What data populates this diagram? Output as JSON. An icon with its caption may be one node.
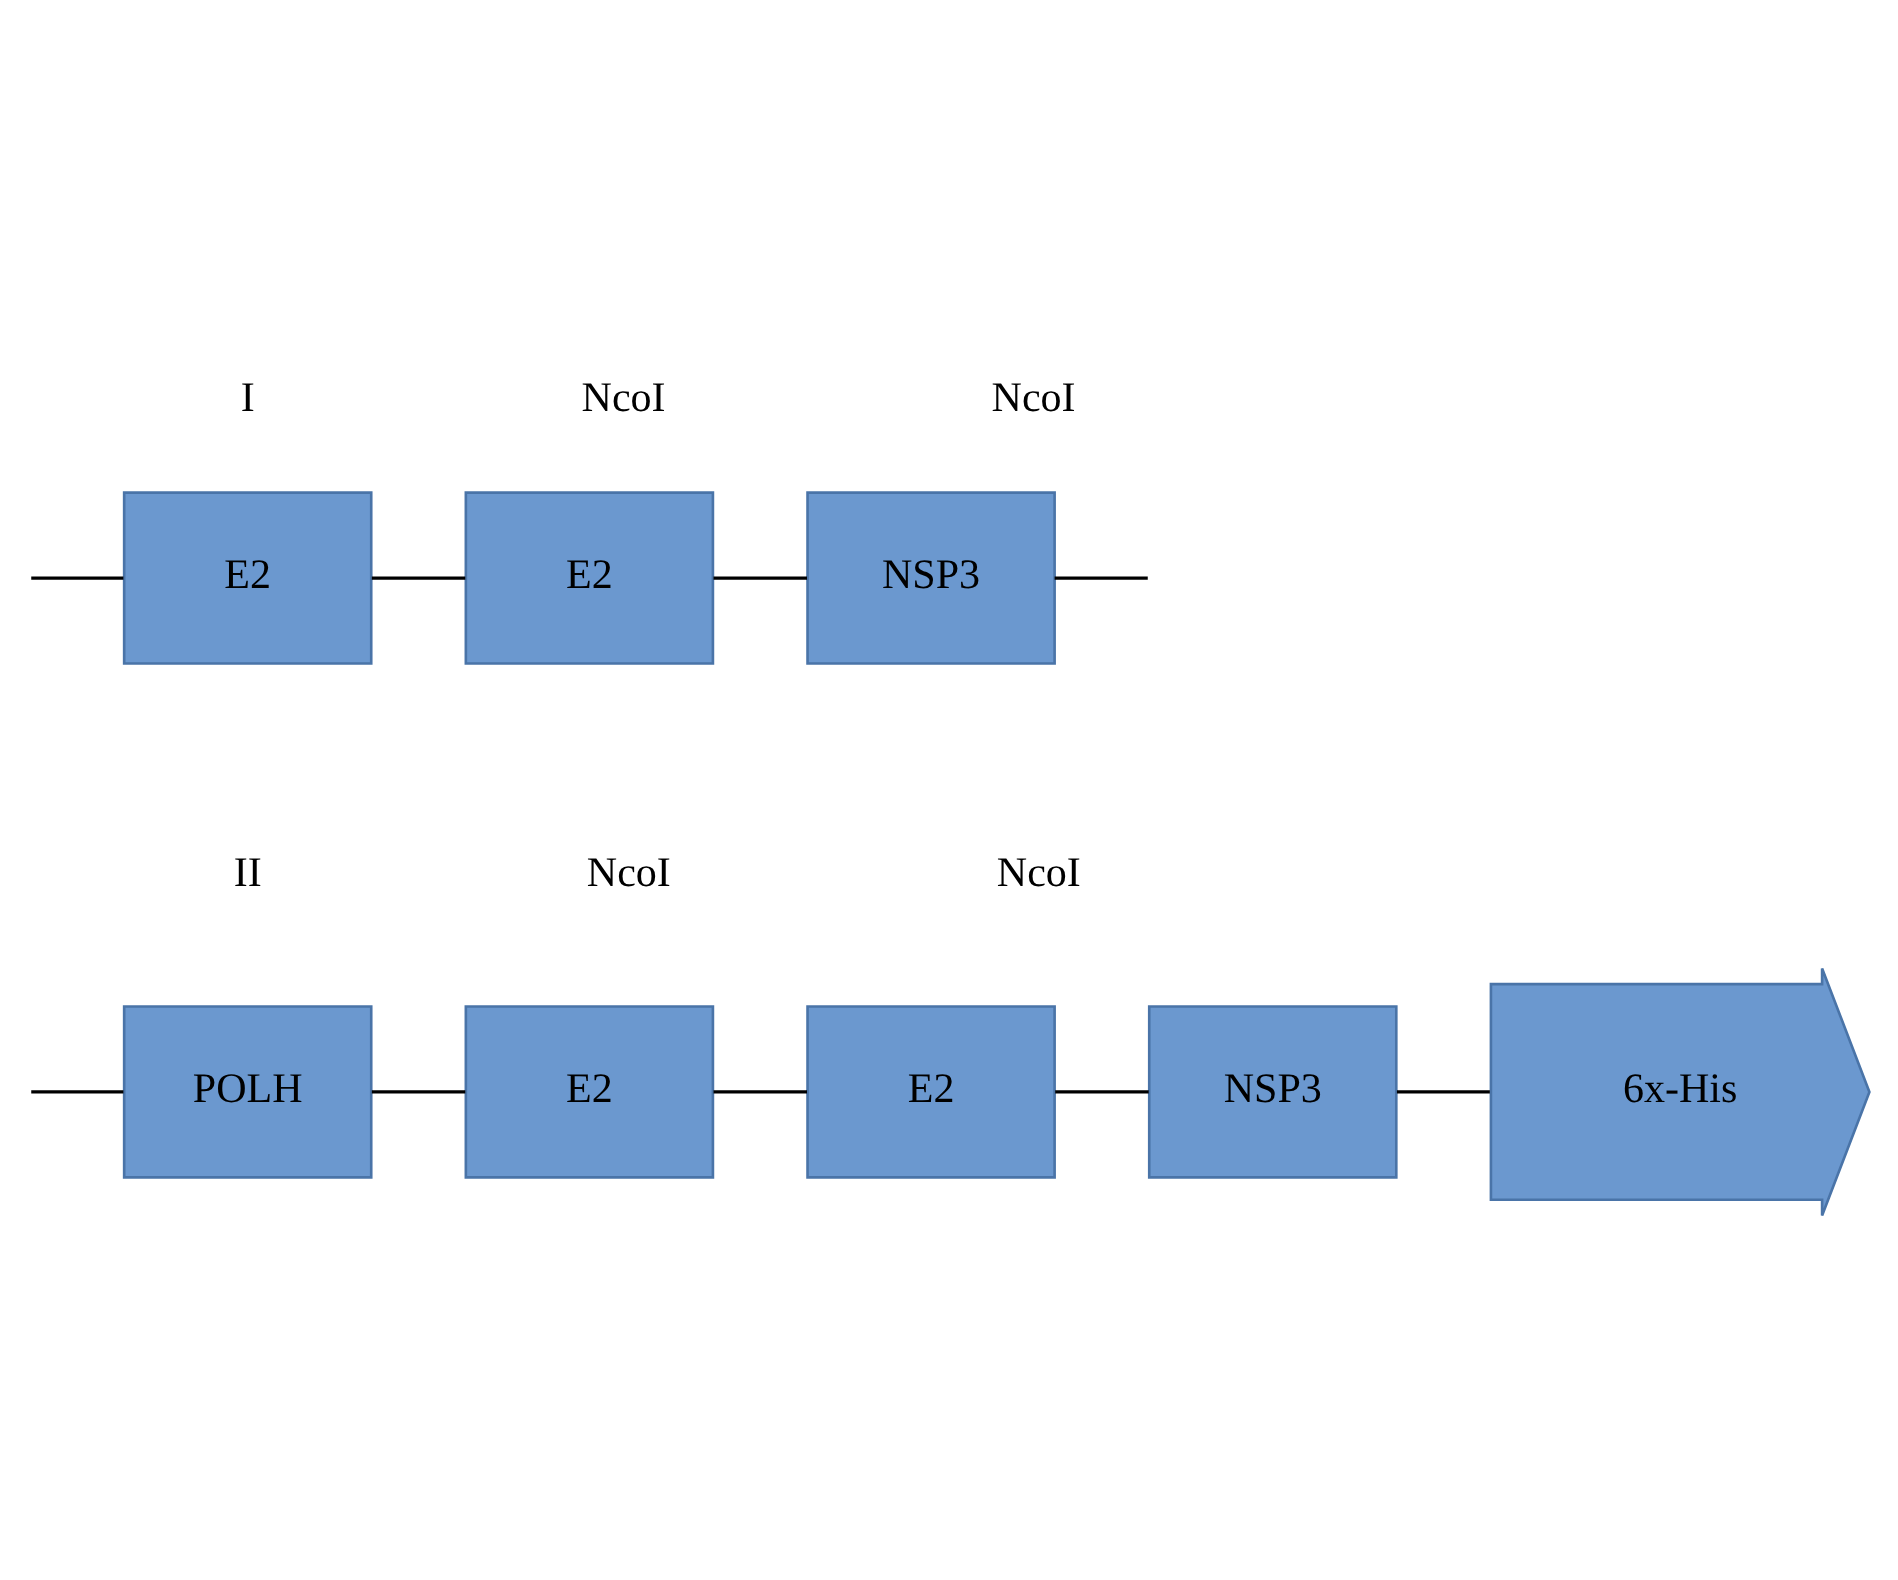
{
  "diagram": {
    "nodes": [
      {
        "text": [
          "E2"
        ]
      },
      {
        "text": [
          "E2"
        ]
      },
      {
        "text": [
          "NSP3"
        ]
      },
      {
        "text": [
          "POLH"
        ]
      },
      {
        "text": [
          "E2"
        ]
      },
      {
        "text": [
          "E2"
        ]
      },
      {
        "text": [
          "NSP3"
        ]
      },
      {
        "text": [
          "6x-His"
        ]
      }
    ],
    "edges": [
      {
        "from": null,
        "to": 0,
        "arrow": "none"
      },
      {
        "from": 0,
        "to": 1,
        "arrow": "none"
      },
      {
        "from": 1,
        "to": 2,
        "arrow": "none"
      },
      {
        "from": 2,
        "to": null,
        "arrow": "none"
      },
      {
        "from": null,
        "to": 3,
        "arrow": "none"
      },
      {
        "from": 3,
        "to": 4,
        "arrow": "none"
      },
      {
        "from": 4,
        "to": 5,
        "arrow": "none"
      },
      {
        "from": 5,
        "to": 6,
        "arrow": "none"
      },
      {
        "from": 6,
        "to": 7,
        "arrow": "none"
      }
    ],
    "labels": [
      "I",
      "NcoI",
      "NcoI",
      "II",
      "NcoI",
      "NcoI"
    ]
  }
}
